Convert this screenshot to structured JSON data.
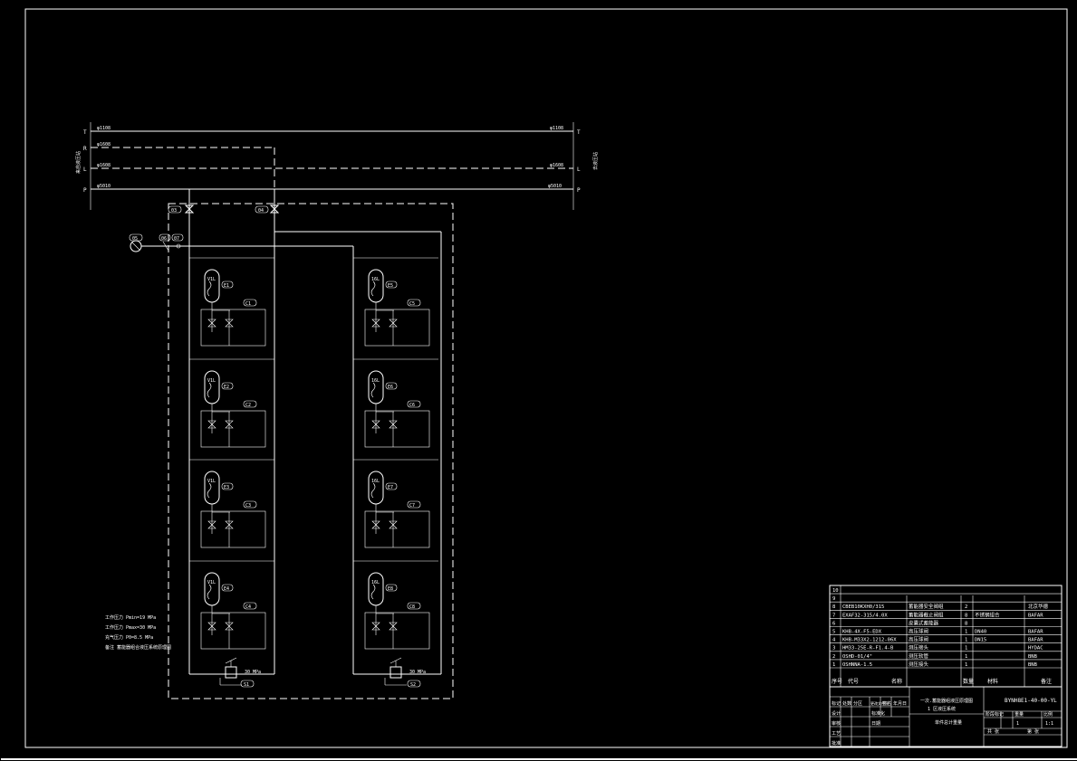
{
  "colors": {
    "background": "#000000",
    "line": "#ffffff"
  },
  "bus": {
    "left_labels": [
      "T",
      "R",
      "L",
      "P"
    ],
    "right_labels": [
      "T",
      "L",
      "P"
    ],
    "left_group_label": "来自液压站",
    "right_group_label": "去液压站",
    "pipe_left": [
      "φ1108",
      "φ1608",
      "φ1608",
      "φ5010"
    ],
    "pipe_right": [
      "φ1108",
      "φ1608",
      "φ5010"
    ]
  },
  "callouts": {
    "valve_left": "03",
    "valve_right": "04",
    "gauge_tag": "05",
    "gauge_valve_a": "06",
    "gauge_valve_b": "07",
    "relief_left": "S1",
    "relief_right": "S2",
    "relief_left_pressure": "30 MPa",
    "relief_right_pressure": "30 MPa"
  },
  "accumulators_left": [
    {
      "label": "V1L",
      "tag": "E1",
      "box": "C1"
    },
    {
      "label": "V1L",
      "tag": "E2",
      "box": "C2"
    },
    {
      "label": "V1L",
      "tag": "E3",
      "box": "C3"
    },
    {
      "label": "V1L",
      "tag": "E4",
      "box": "C4"
    }
  ],
  "accumulators_right": [
    {
      "label": "16L",
      "tag": "E5",
      "box": "C5"
    },
    {
      "label": "16L",
      "tag": "E6",
      "box": "C6"
    },
    {
      "label": "16L",
      "tag": "E7",
      "box": "C7"
    },
    {
      "label": "16L",
      "tag": "E8",
      "box": "C8"
    }
  ],
  "notes": [
    "工作压力 Pmin=19 MPa",
    "工作压力 Pmax=30 MPa",
    "充气压力 P0=8.5 MPa",
    "备注 蓄能器组合液压系统原理图"
  ],
  "bom": {
    "rows": [
      {
        "no": "10",
        "code": "",
        "name": "",
        "qty": "",
        "material": "",
        "remark": ""
      },
      {
        "no": "9",
        "code": "",
        "name": "",
        "qty": "",
        "material": "",
        "remark": ""
      },
      {
        "no": "8",
        "code": "CBEB10KXH0/315",
        "name": "蓄能器安全阀组",
        "qty": "2",
        "material": "",
        "remark": "北京华德"
      },
      {
        "no": "7",
        "code": "EXAF32-315/4.0X",
        "name": "蓄能器截止阀组",
        "qty": "8",
        "material": "不锈钢组合",
        "remark": "BAFAR"
      },
      {
        "no": "6",
        "code": "",
        "name": "皮囊式蓄能器",
        "qty": "8",
        "material": "",
        "remark": ""
      },
      {
        "no": "5",
        "code": "KHB-4X-F5-EDX",
        "name": "高压球阀",
        "qty": "1",
        "material": "DN40",
        "remark": "BAFAR"
      },
      {
        "no": "4",
        "code": "KHB-M33X2-1212-06X",
        "name": "高压球阀",
        "qty": "1",
        "material": "DN15",
        "remark": "BAFAR"
      },
      {
        "no": "3",
        "code": "HM33-25E-R-F1.4-B",
        "name": "测压接头",
        "qty": "1",
        "material": "",
        "remark": "HYDAC"
      },
      {
        "no": "2",
        "code": "OSHD-01/4\"",
        "name": "测压软管",
        "qty": "1",
        "material": "",
        "remark": "BNB"
      },
      {
        "no": "1",
        "code": "OSHNNA-1.5",
        "name": "测压接头",
        "qty": "1",
        "material": "",
        "remark": "BNB"
      }
    ],
    "header": {
      "no": "序号",
      "code": "代号",
      "name": "名称",
      "qty": "数量",
      "material": "材料",
      "remark": "备注"
    },
    "header_extra": "单件总计重量"
  },
  "title_block": {
    "drawing_name": "一次.蓄能器组液压原理图",
    "drawing_sub": "1 区液压系统",
    "drawing_no": "BYNH8E1-40-00-YL",
    "scale": "1:1",
    "sheet": "1",
    "label_design": "设计",
    "label_check": "审核",
    "label_approve": "批准",
    "label_stage": "阶段标记",
    "label_weight": "重量",
    "label_scale": "比例",
    "label_sheets": "共  张",
    "label_sheet_no": "第  张",
    "label_process": "工艺",
    "label_standard": "标准化",
    "label_date": "日期",
    "mark_cols": [
      "标记",
      "处数",
      "分区",
      "更改文件号",
      "签名",
      "年月日"
    ]
  }
}
